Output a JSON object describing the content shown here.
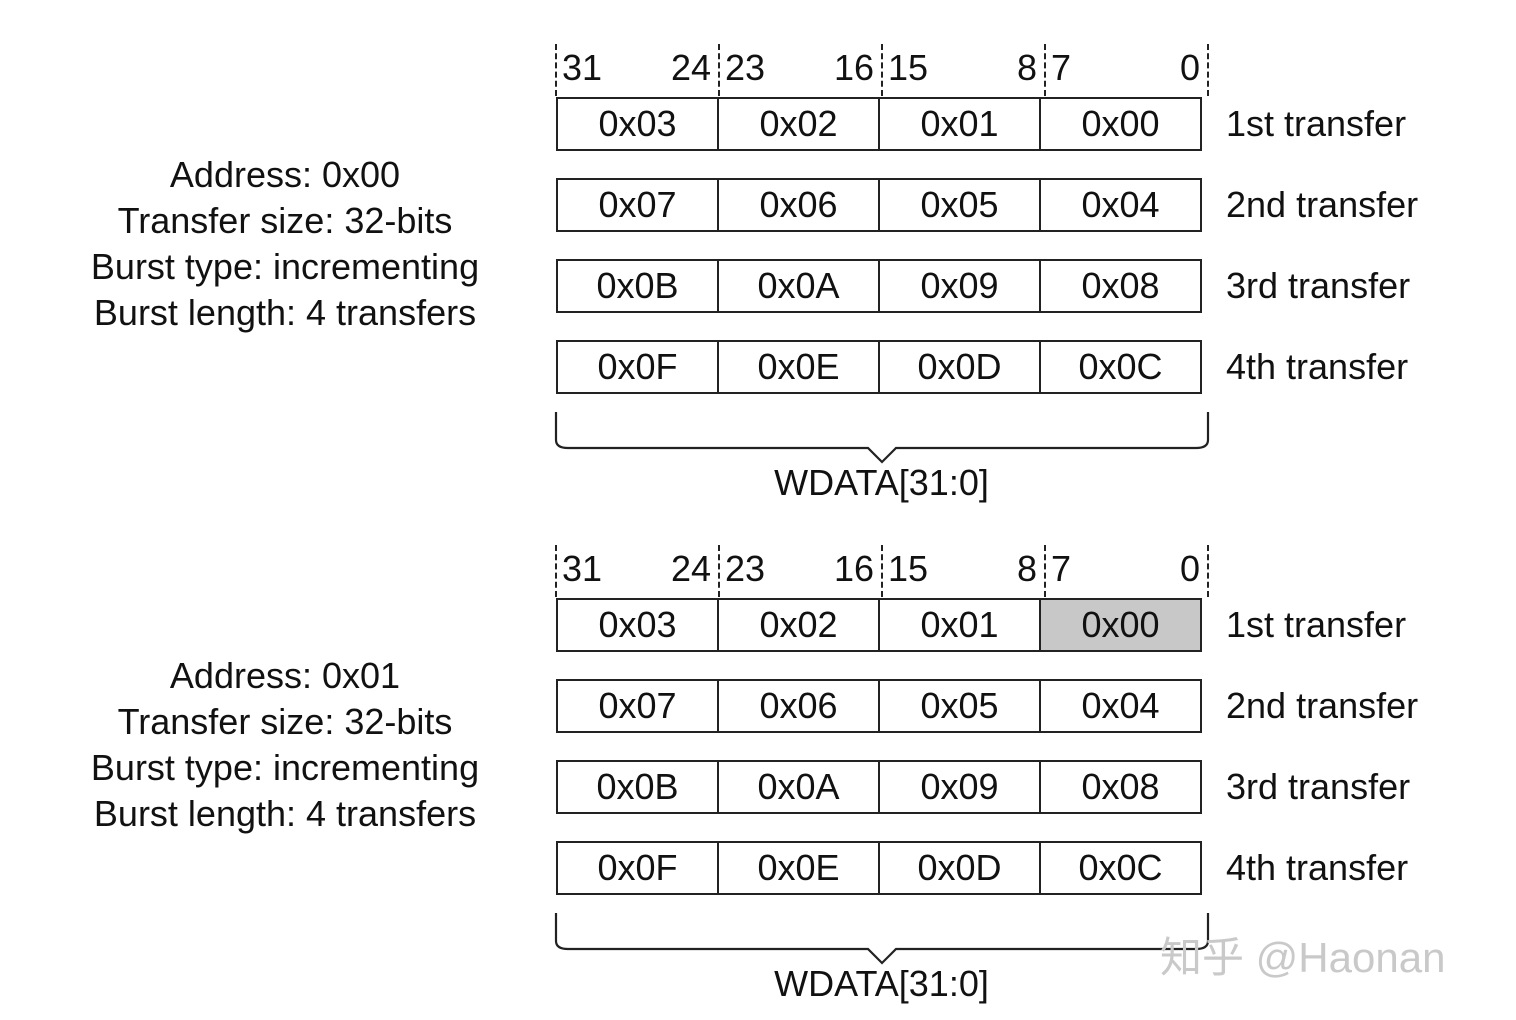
{
  "diagrams": [
    {
      "description": [
        "Address: 0x00",
        "Transfer size: 32-bits",
        "Burst type: incrementing",
        "Burst length: 4 transfers"
      ],
      "bit_labels": [
        [
          "31",
          "24"
        ],
        [
          "23",
          "16"
        ],
        [
          "15",
          "8"
        ],
        [
          "7",
          "0"
        ]
      ],
      "transfers": [
        {
          "label": "1st transfer",
          "bytes": [
            "0x03",
            "0x02",
            "0x01",
            "0x00"
          ],
          "highlight": []
        },
        {
          "label": "2nd transfer",
          "bytes": [
            "0x07",
            "0x06",
            "0x05",
            "0x04"
          ],
          "highlight": []
        },
        {
          "label": "3rd transfer",
          "bytes": [
            "0x0B",
            "0x0A",
            "0x09",
            "0x08"
          ],
          "highlight": []
        },
        {
          "label": "4th transfer",
          "bytes": [
            "0x0F",
            "0x0E",
            "0x0D",
            "0x0C"
          ],
          "highlight": []
        }
      ],
      "bus_label": "WDATA[31:0]"
    },
    {
      "description": [
        "Address: 0x01",
        "Transfer size: 32-bits",
        "Burst type: incrementing",
        "Burst length: 4 transfers"
      ],
      "bit_labels": [
        [
          "31",
          "24"
        ],
        [
          "23",
          "16"
        ],
        [
          "15",
          "8"
        ],
        [
          "7",
          "0"
        ]
      ],
      "transfers": [
        {
          "label": "1st transfer",
          "bytes": [
            "0x03",
            "0x02",
            "0x01",
            "0x00"
          ],
          "highlight": [
            "0x00"
          ]
        },
        {
          "label": "2nd transfer",
          "bytes": [
            "0x07",
            "0x06",
            "0x05",
            "0x04"
          ],
          "highlight": []
        },
        {
          "label": "3rd transfer",
          "bytes": [
            "0x0B",
            "0x0A",
            "0x09",
            "0x08"
          ],
          "highlight": []
        },
        {
          "label": "4th transfer",
          "bytes": [
            "0x0F",
            "0x0E",
            "0x0D",
            "0x0C"
          ],
          "highlight": []
        }
      ],
      "bus_label": "WDATA[31:0]"
    }
  ],
  "colors": {
    "highlight_cell": "#c8c8c8",
    "border": "#222222",
    "watermark": "#c9c9c9"
  },
  "watermark": "知乎 @Haonan"
}
